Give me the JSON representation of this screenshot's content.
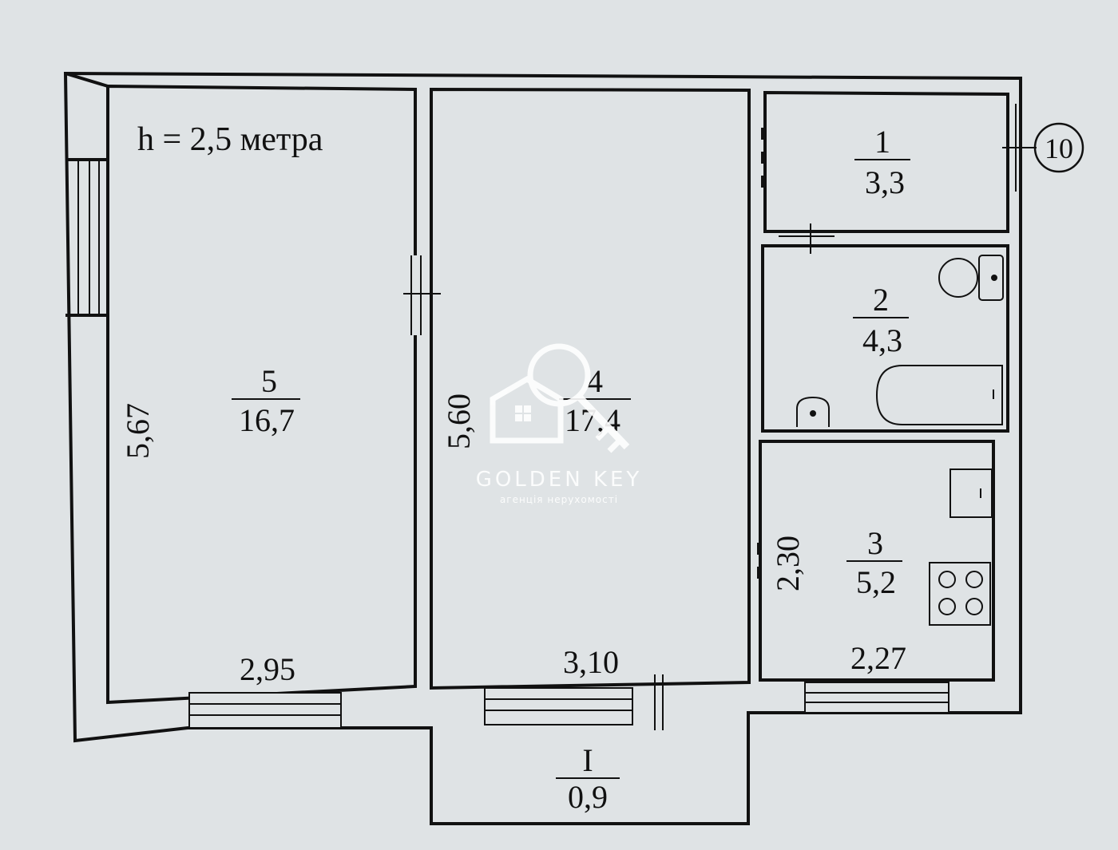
{
  "plan": {
    "ceiling_height": "h = 2,5 метра",
    "axis_marker": "10",
    "rooms": [
      {
        "id": "room-5",
        "number": "5",
        "area": "16,7"
      },
      {
        "id": "room-4",
        "number": "4",
        "area": "17,4"
      },
      {
        "id": "room-1",
        "number": "1",
        "area": "3,3"
      },
      {
        "id": "room-2",
        "number": "2",
        "area": "4,3"
      },
      {
        "id": "room-3",
        "number": "3",
        "area": "5,2"
      },
      {
        "id": "balcony",
        "number": "I",
        "area": "0,9"
      }
    ],
    "dimensions": {
      "room5_height": "5,67",
      "room5_width": "2,95",
      "room4_height": "5,60",
      "room4_width": "3,10",
      "room3_height": "2,30",
      "room3_width": "2,27"
    }
  },
  "watermark": {
    "name": "GOLDEN KEY",
    "subtitle": "агенція нерухомості"
  },
  "colors": {
    "background": "#dfe3e5",
    "line": "#111111",
    "watermark": "#ffffff"
  }
}
